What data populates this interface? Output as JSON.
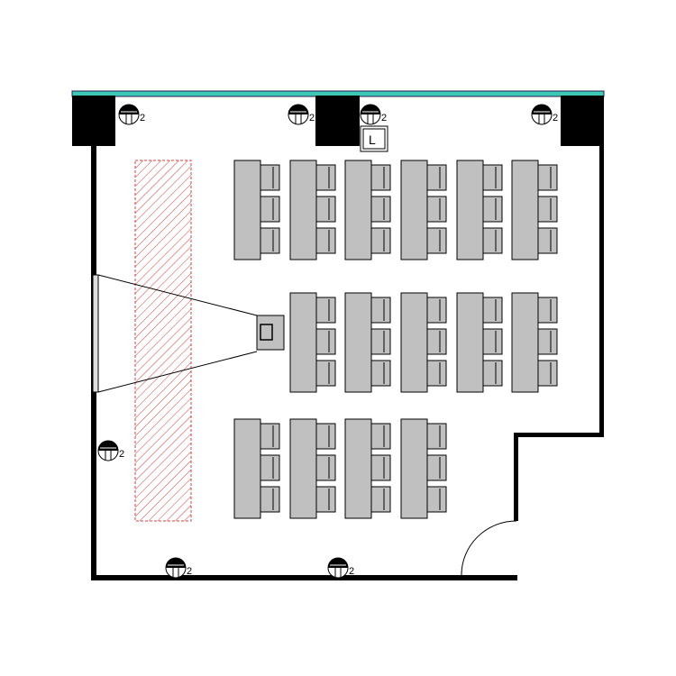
{
  "colors": {
    "wall": "#000000",
    "window": "#3cc8b4",
    "furniture": "#c0c0c0",
    "stage_hatch": "#d04040"
  },
  "light_fixture_label": "2",
  "lectern_label": "L",
  "seating": {
    "rows": [
      {
        "tables": 6,
        "chairs_per_table": 3
      },
      {
        "tables": 5,
        "chairs_per_table": 3
      },
      {
        "tables": 4,
        "chairs_per_table": 3
      }
    ]
  },
  "light_fixtures_count": 7
}
